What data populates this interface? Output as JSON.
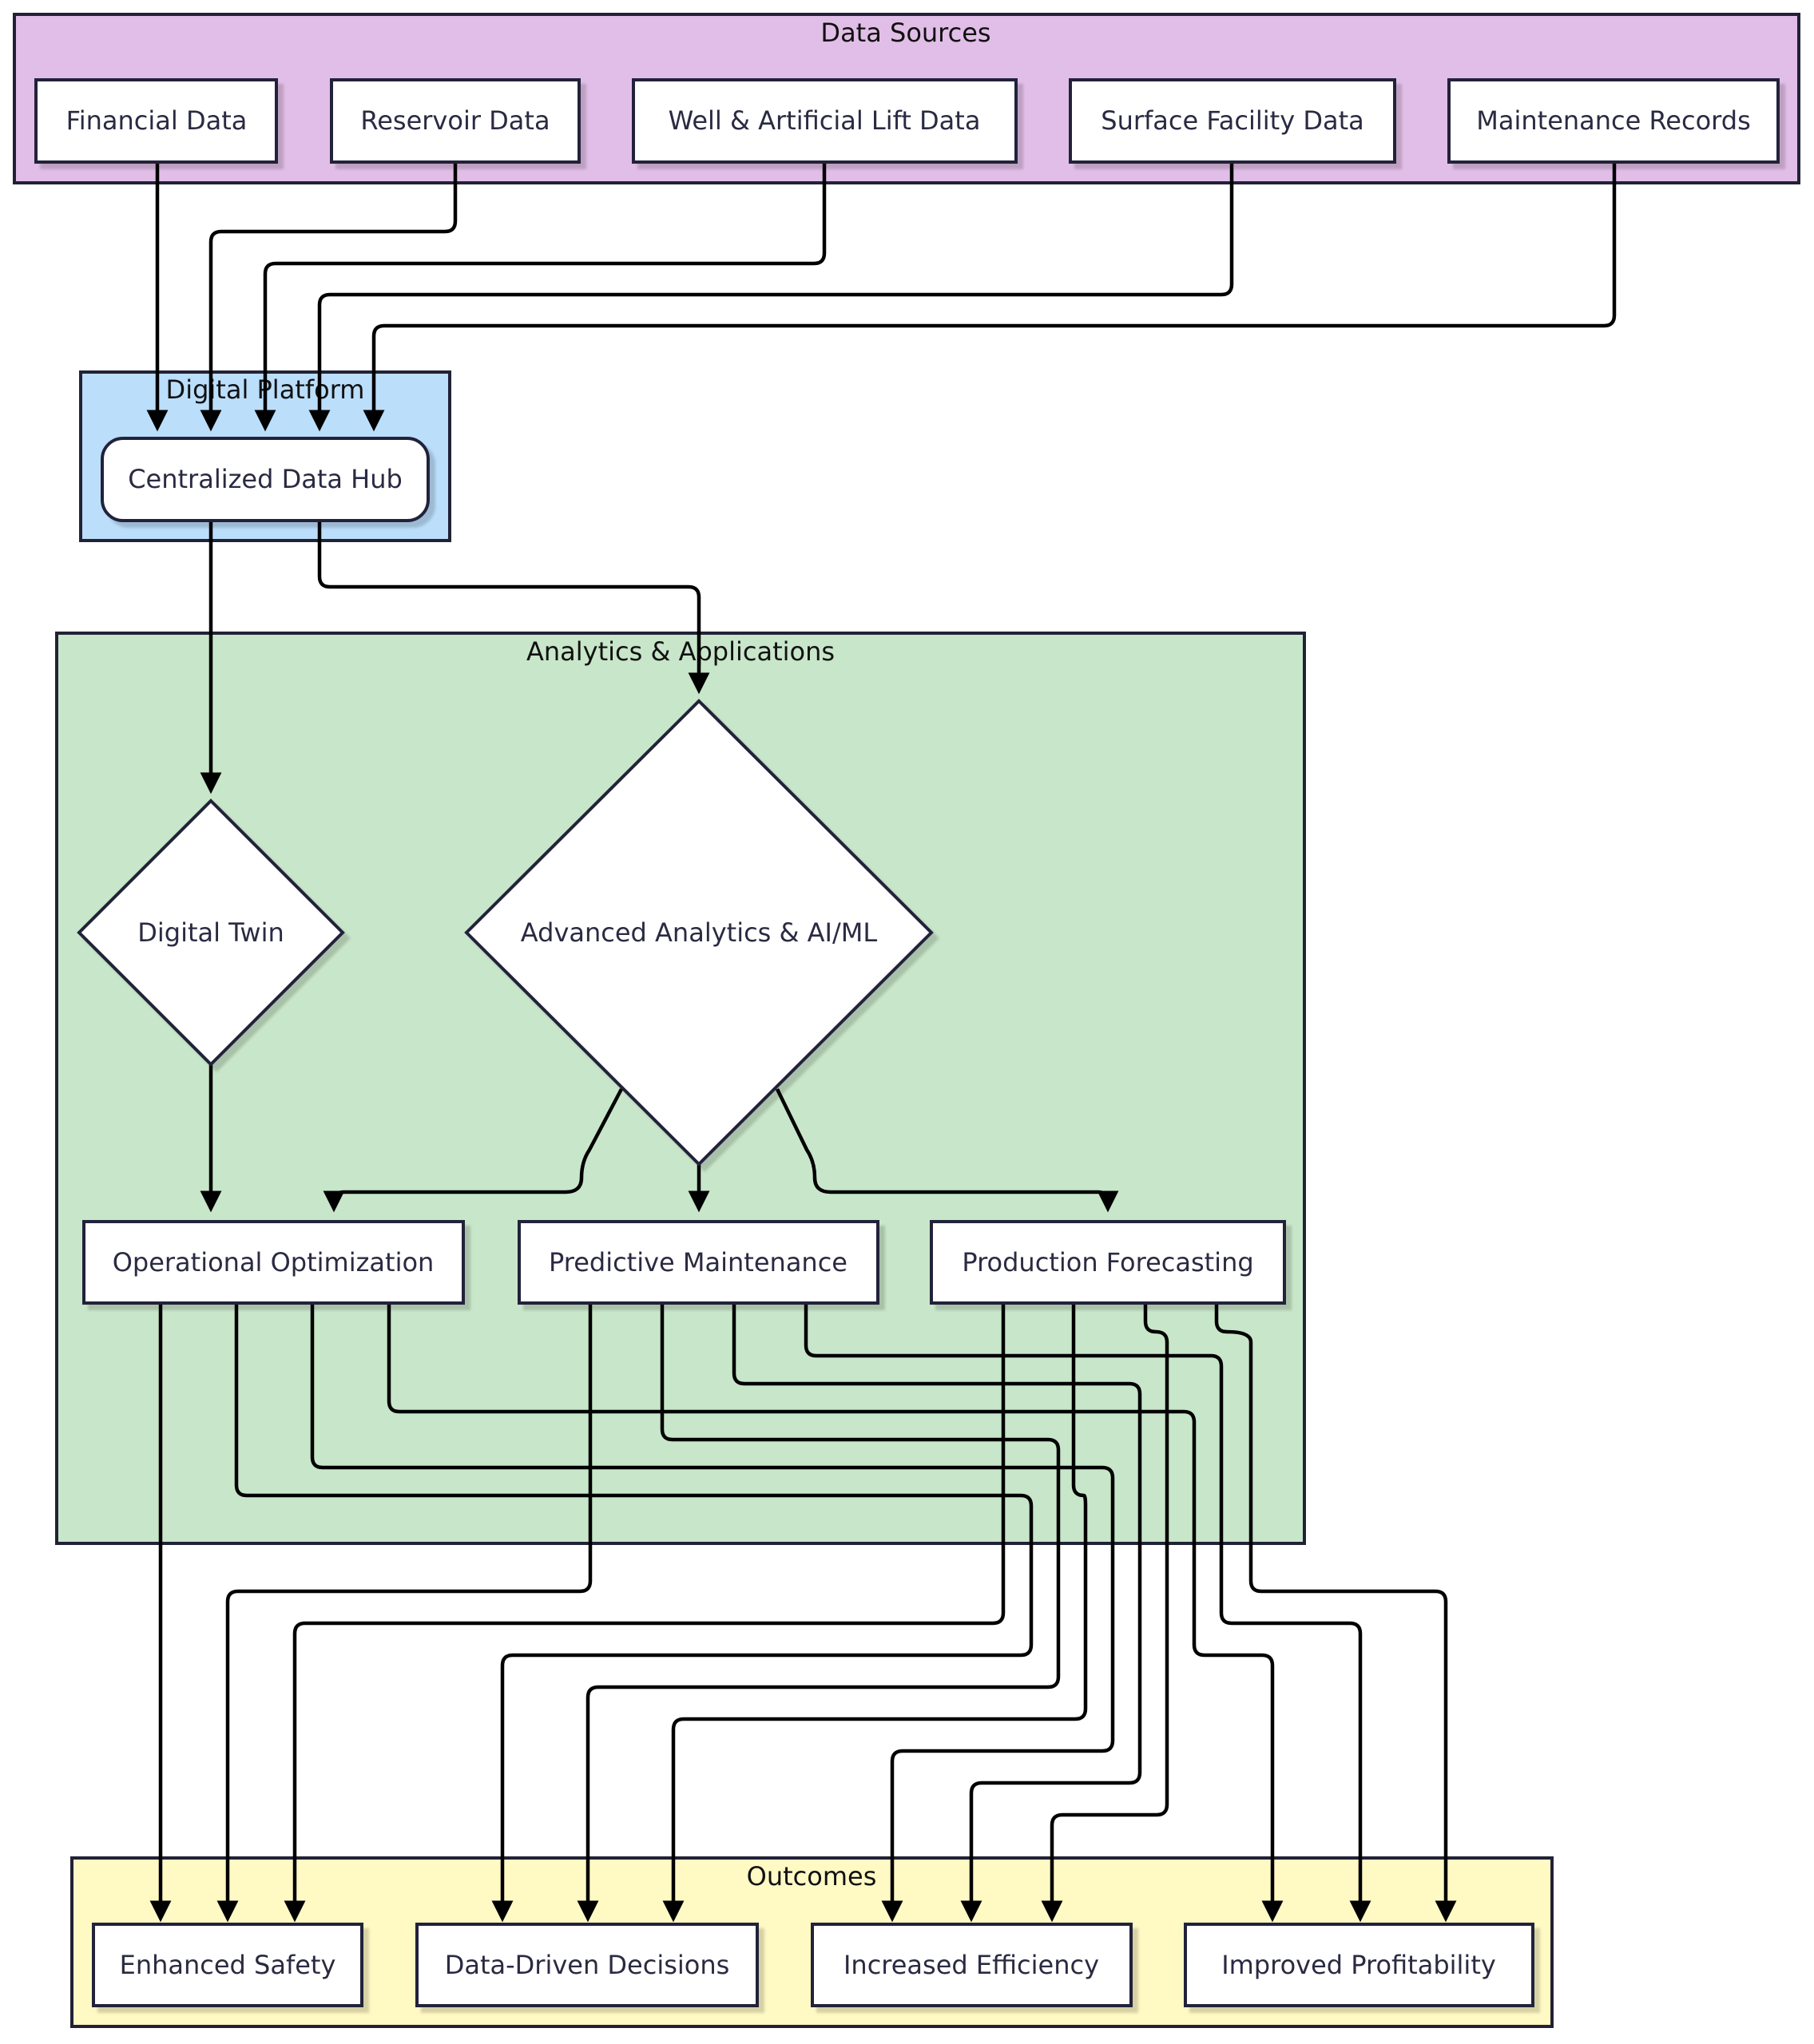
{
  "clusters": {
    "data_sources": {
      "title": "Data Sources",
      "color": "#e1bee7"
    },
    "digital_platform": {
      "title": "Digital Platform",
      "color": "#bbdefb"
    },
    "analytics": {
      "title": "Analytics & Applications",
      "color": "#c8e6c9"
    },
    "outcomes": {
      "title": "Outcomes",
      "color": "#fff9c4"
    }
  },
  "nodes": {
    "financial_data": "Financial Data",
    "reservoir_data": "Reservoir Data",
    "well_data": "Well & Artificial Lift Data",
    "surface_data": "Surface Facility Data",
    "maintenance_records": "Maintenance Records",
    "data_hub": "Centralized Data Hub",
    "digital_twin": "Digital Twin",
    "advanced_analytics": "Advanced Analytics & AI/ML",
    "operational_optimization": "Operational Optimization",
    "predictive_maintenance": "Predictive Maintenance",
    "production_forecasting": "Production Forecasting",
    "enhanced_safety": "Enhanced Safety",
    "data_driven_decisions": "Data-Driven Decisions",
    "increased_efficiency": "Increased Efficiency",
    "improved_profitability": "Improved Profitability"
  },
  "edges": [
    {
      "from": "financial_data",
      "to": "data_hub"
    },
    {
      "from": "reservoir_data",
      "to": "data_hub"
    },
    {
      "from": "well_data",
      "to": "data_hub"
    },
    {
      "from": "surface_data",
      "to": "data_hub"
    },
    {
      "from": "maintenance_records",
      "to": "data_hub"
    },
    {
      "from": "data_hub",
      "to": "digital_twin"
    },
    {
      "from": "data_hub",
      "to": "advanced_analytics"
    },
    {
      "from": "digital_twin",
      "to": "operational_optimization"
    },
    {
      "from": "advanced_analytics",
      "to": "operational_optimization"
    },
    {
      "from": "advanced_analytics",
      "to": "predictive_maintenance"
    },
    {
      "from": "advanced_analytics",
      "to": "production_forecasting"
    },
    {
      "from": "operational_optimization",
      "to": "enhanced_safety"
    },
    {
      "from": "operational_optimization",
      "to": "data_driven_decisions"
    },
    {
      "from": "operational_optimization",
      "to": "increased_efficiency"
    },
    {
      "from": "operational_optimization",
      "to": "improved_profitability"
    },
    {
      "from": "predictive_maintenance",
      "to": "enhanced_safety"
    },
    {
      "from": "predictive_maintenance",
      "to": "data_driven_decisions"
    },
    {
      "from": "predictive_maintenance",
      "to": "increased_efficiency"
    },
    {
      "from": "predictive_maintenance",
      "to": "improved_profitability"
    },
    {
      "from": "production_forecasting",
      "to": "enhanced_safety"
    },
    {
      "from": "production_forecasting",
      "to": "data_driven_decisions"
    },
    {
      "from": "production_forecasting",
      "to": "increased_efficiency"
    },
    {
      "from": "production_forecasting",
      "to": "improved_profitability"
    }
  ]
}
